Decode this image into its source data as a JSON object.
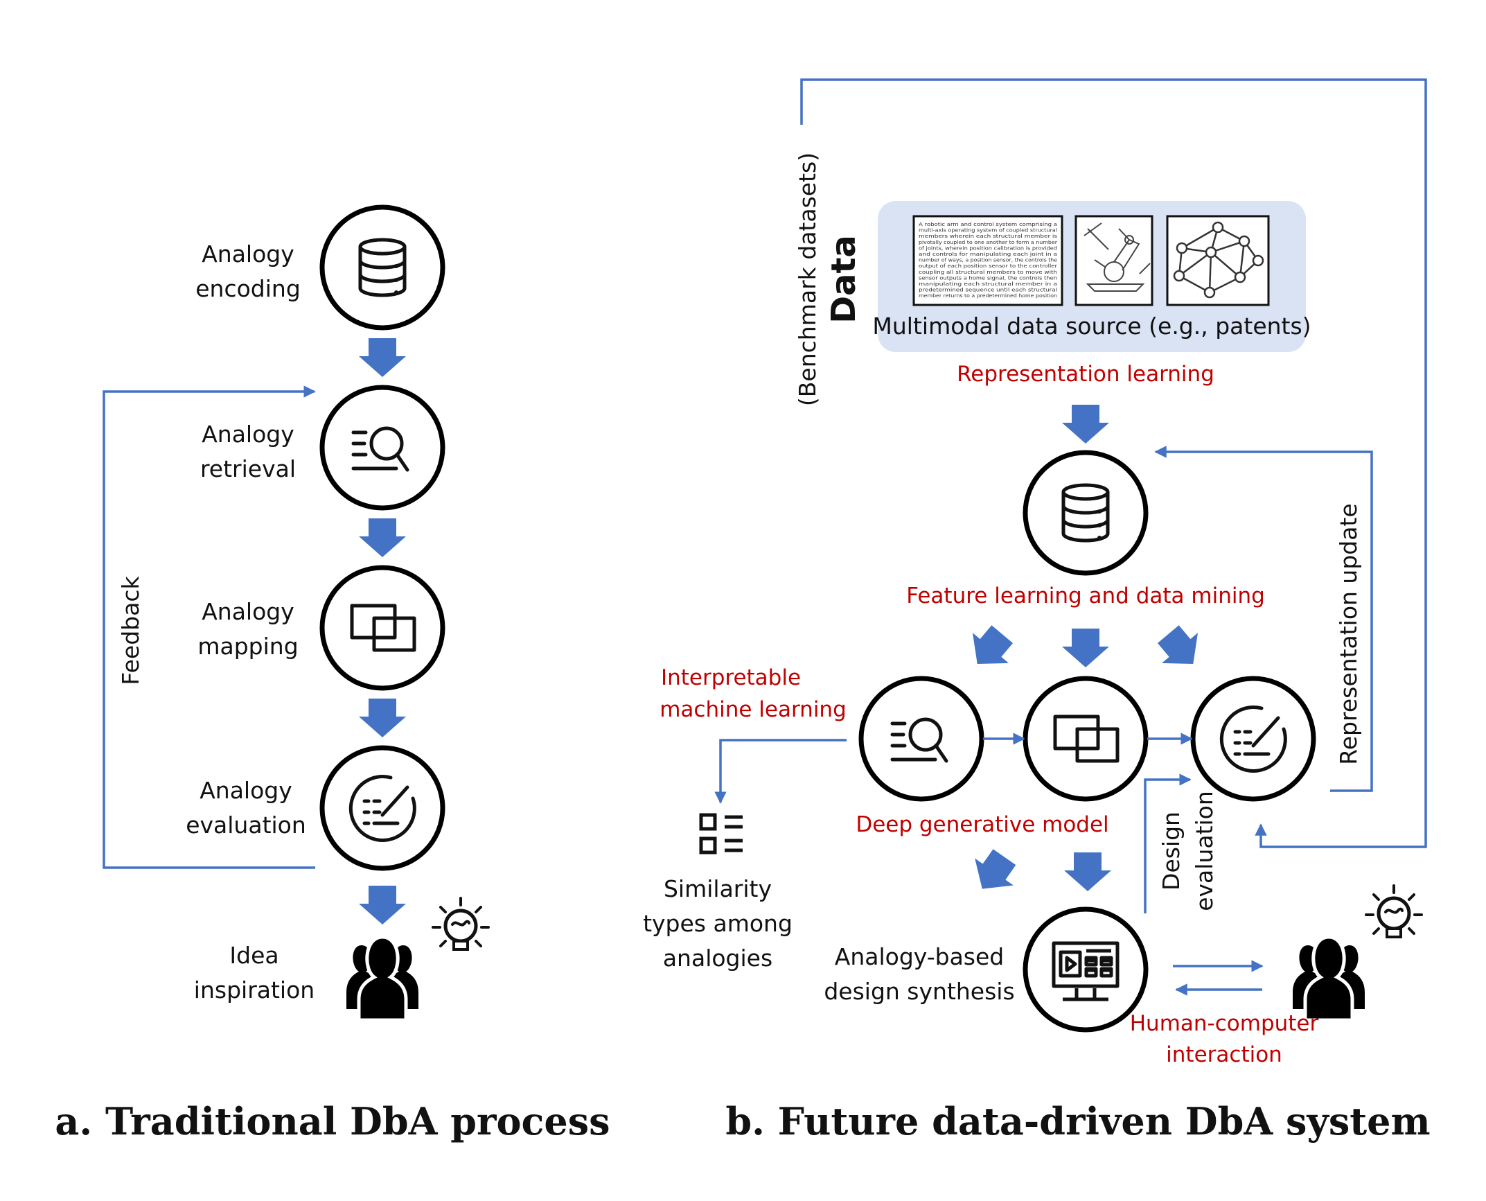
{
  "panel_a": {
    "steps": [
      {
        "line1": "Analogy",
        "line2": "encoding",
        "icon": "database-icon"
      },
      {
        "line1": "Analogy",
        "line2": "retrieval",
        "icon": "search-list-icon"
      },
      {
        "line1": "Analogy",
        "line2": "mapping",
        "icon": "mapping-icon"
      },
      {
        "line1": "Analogy",
        "line2": "evaluation",
        "icon": "evaluation-icon"
      }
    ],
    "idea": {
      "line1": "Idea",
      "line2": "inspiration"
    },
    "feedback": "Feedback",
    "caption": "a. Traditional DbA process"
  },
  "panel_b": {
    "benchmark": "(Benchmark datasets)",
    "data_title": "Data",
    "data_source": "Multimodal data source (e.g., patents)",
    "representation_learning": "Representation learning",
    "feature_learning": "Feature learning and data mining",
    "interpretable_1": "Interpretable",
    "interpretable_2": "machine learning",
    "deep_generative": "Deep generative model",
    "representation_update": "Representation update",
    "similarity_1": "Similarity",
    "similarity_2": "types among",
    "similarity_3": "analogies",
    "synthesis_1": "Analogy-based",
    "synthesis_2": "design synthesis",
    "design_eval_1": "Design",
    "design_eval_2": "evaluation",
    "hci_1": "Human-computer",
    "hci_2": "interaction",
    "patent_text_lines": [
      "A robotic arm and control system comprising a",
      "multi-axis operating system of coupled structural",
      "members wherein each structural member is",
      "pivotally coupled to one another to form a number",
      "of joints, wherein position calibration is provided",
      "and controls for manipulating each joint in a",
      "number of ways, a position sensor, the controls the",
      "output of each position sensor to the controller",
      "coupling all structural members to move with",
      "sensor outputs a home signal, the controls then",
      "manipulating each structural member in a",
      "predetermined sequence until each structural",
      "member returns to a predetermined home position"
    ],
    "caption": "b. Future data-driven DbA system"
  },
  "colors": {
    "flow": "#4472c4",
    "highlight_text": "#c00000",
    "data_box": "#dae3f3"
  }
}
